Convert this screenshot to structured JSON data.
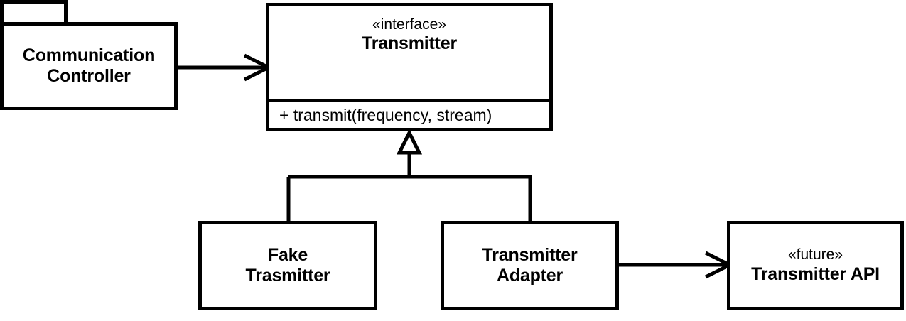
{
  "diagram": {
    "type": "uml-class-diagram",
    "background_color": "#ffffff",
    "stroke_color": "#000000",
    "nodes": {
      "communication_controller": {
        "shape": "package",
        "title_line1": "Communication",
        "title_line2": "Controller"
      },
      "transmitter_interface": {
        "shape": "class",
        "stereotype": "«interface»",
        "name": "Transmitter",
        "operations": [
          "+ transmit(frequency, stream)"
        ]
      },
      "fake_transmitter": {
        "shape": "class",
        "title_line1": "Fake",
        "title_line2": "Trasmitter"
      },
      "transmitter_adapter": {
        "shape": "class",
        "title_line1": "Transmitter",
        "title_line2": "Adapter"
      },
      "transmitter_api": {
        "shape": "class",
        "stereotype": "«future»",
        "name": "Transmitter API"
      }
    },
    "edges": [
      {
        "id": "controller-to-interface",
        "from": "communication_controller",
        "to": "transmitter_interface",
        "style": "solid",
        "arrowhead": "open"
      },
      {
        "id": "fake-realizes-interface",
        "from": "fake_transmitter",
        "to": "transmitter_interface",
        "style": "solid",
        "arrowhead": "hollow-triangle"
      },
      {
        "id": "adapter-realizes-interface",
        "from": "transmitter_adapter",
        "to": "transmitter_interface",
        "style": "solid",
        "arrowhead": "hollow-triangle"
      },
      {
        "id": "adapter-to-api",
        "from": "transmitter_adapter",
        "to": "transmitter_api",
        "style": "solid",
        "arrowhead": "open"
      }
    ]
  }
}
